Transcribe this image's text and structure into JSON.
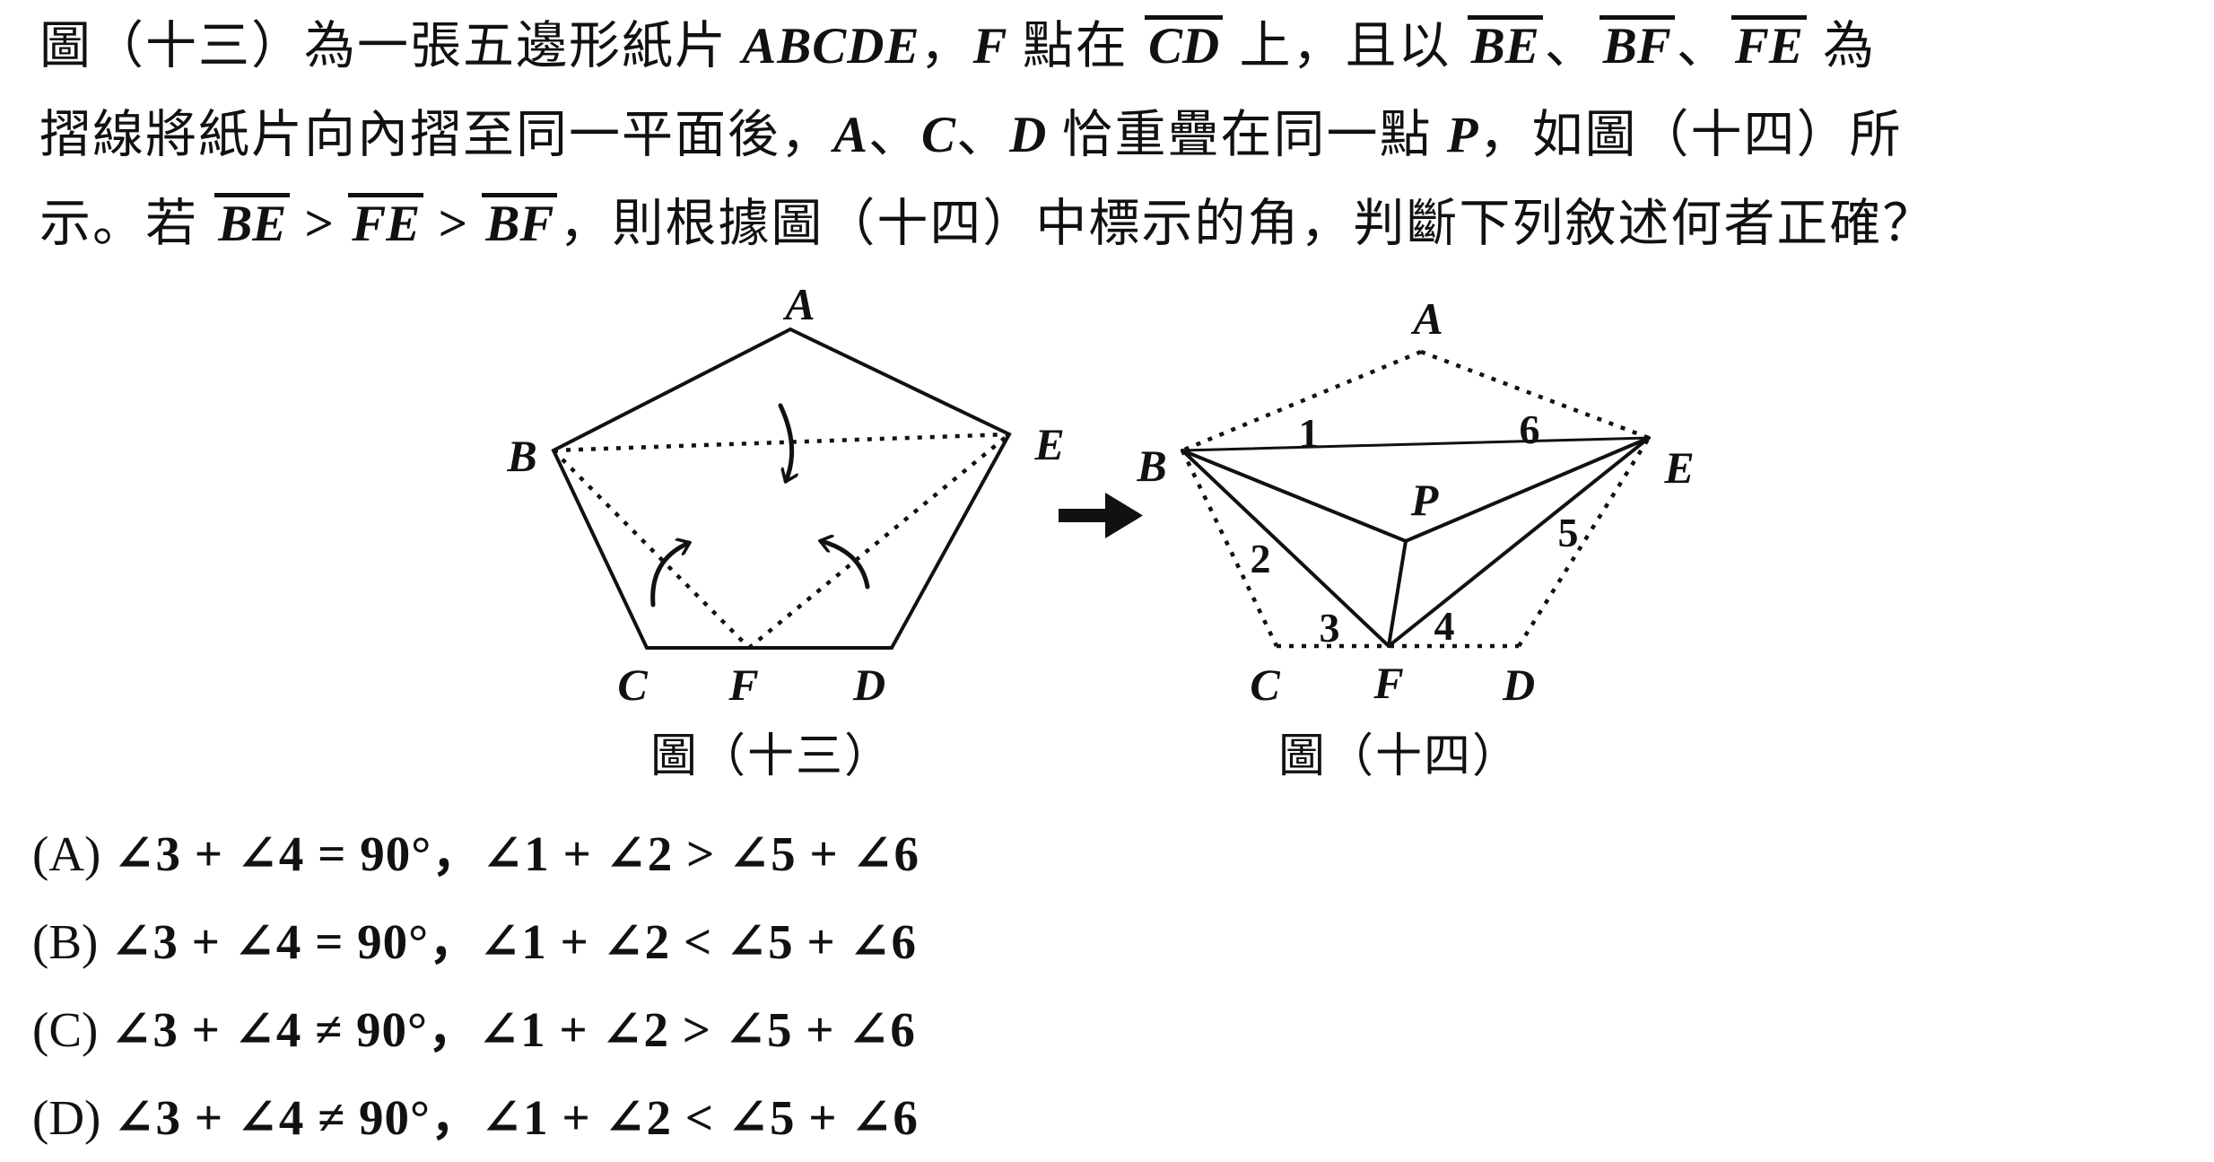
{
  "problem": {
    "lines": [
      [
        {
          "t": "圖（十三）為一張五邊形紙片 ",
          "s": "cjk"
        },
        {
          "t": "ABCDE",
          "s": "var"
        },
        {
          "t": "，",
          "s": "cjk"
        },
        {
          "t": "F",
          "s": "var"
        },
        {
          "t": " 點在 ",
          "s": "cjk"
        },
        {
          "t": "CD",
          "s": "ovl"
        },
        {
          "t": " 上，且以 ",
          "s": "cjk"
        },
        {
          "t": "BE",
          "s": "ovl"
        },
        {
          "t": "、",
          "s": "cjk"
        },
        {
          "t": "BF",
          "s": "ovl"
        },
        {
          "t": "、",
          "s": "cjk"
        },
        {
          "t": "FE",
          "s": "ovl"
        },
        {
          "t": " 為",
          "s": "cjk"
        }
      ],
      [
        {
          "t": "摺線將紙片向內摺至同一平面後，",
          "s": "cjk"
        },
        {
          "t": "A",
          "s": "var"
        },
        {
          "t": "、",
          "s": "cjk"
        },
        {
          "t": "C",
          "s": "var"
        },
        {
          "t": "、",
          "s": "cjk"
        },
        {
          "t": "D",
          "s": "var"
        },
        {
          "t": " 恰重疊在同一點 ",
          "s": "cjk"
        },
        {
          "t": "P",
          "s": "var"
        },
        {
          "t": "，如圖（十四）所",
          "s": "cjk"
        }
      ],
      [
        {
          "t": "示。若 ",
          "s": "cjk"
        },
        {
          "t": "BE",
          "s": "ovl"
        },
        {
          "t": " > ",
          "s": "op"
        },
        {
          "t": "FE",
          "s": "ovl"
        },
        {
          "t": " > ",
          "s": "op"
        },
        {
          "t": "BF",
          "s": "ovl"
        },
        {
          "t": "，則根據圖（十四）中標示的角，判斷下列敘述何者正確？",
          "s": "cjk"
        }
      ]
    ]
  },
  "figures": {
    "fig13": {
      "caption": "圖（十三）",
      "labels": {
        "A": "A",
        "B": "B",
        "E": "E",
        "C": "C",
        "F": "F",
        "D": "D"
      }
    },
    "fig14": {
      "caption": "圖（十四）",
      "labels": {
        "A": "A",
        "B": "B",
        "E": "E",
        "C": "C",
        "F": "F",
        "D": "D",
        "P": "P"
      },
      "angles": {
        "n1": "1",
        "n2": "2",
        "n3": "3",
        "n4": "4",
        "n5": "5",
        "n6": "6"
      }
    },
    "icons": {
      "transform_arrow": "right-arrow"
    }
  },
  "options": [
    {
      "label": "(A)",
      "text": "∠3 + ∠4 = 90°，∠1 + ∠2 > ∠5 + ∠6"
    },
    {
      "label": "(B)",
      "text": "∠3 + ∠4 = 90°，∠1 + ∠2 < ∠5 + ∠6"
    },
    {
      "label": "(C)",
      "text": "∠3 + ∠4 ≠ 90°，∠1 + ∠2 > ∠5 + ∠6"
    },
    {
      "label": "(D)",
      "text": "∠3 + ∠4 ≠ 90°，∠1 + ∠2 < ∠5 + ∠6"
    }
  ],
  "colors": {
    "ink": "#111111",
    "background": "#ffffff"
  }
}
